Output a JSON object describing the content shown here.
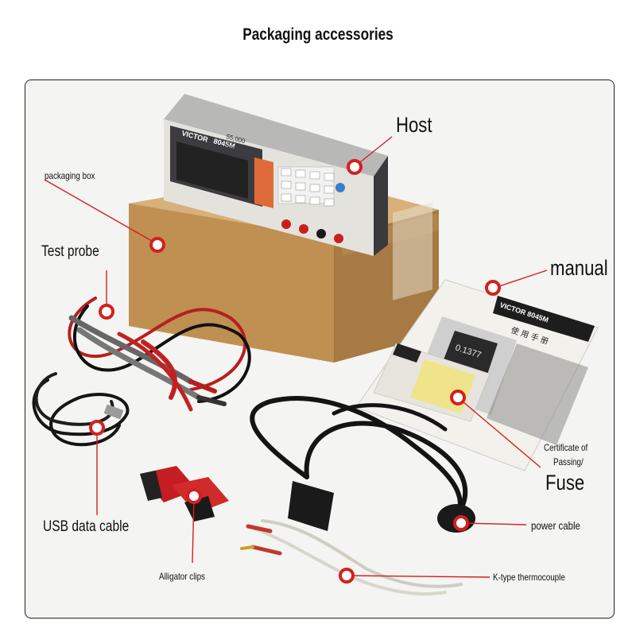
{
  "title": "Packaging accessories",
  "labels": {
    "host": "Host",
    "packaging_box": "packaging box",
    "test_probe": "Test probe",
    "manual": "manual",
    "certificate_line1": "Certificate of",
    "certificate_line2": "Passing/",
    "fuse": "Fuse",
    "usb_cable": "USB data cable",
    "power_cable": "power cable",
    "alligator_clips": "Alligator clips",
    "thermocouple": "K-type thermocouple"
  },
  "device_text": {
    "brand": "VICTOR",
    "model": "8045M",
    "counts": "55,000",
    "subtitle": "Digital Multimeter"
  },
  "manual_text": {
    "brand": "VICTOR 8045M",
    "cn_title": "数字万用表",
    "cn_subtitle": "使用手册",
    "reading": "0.1377"
  },
  "colors": {
    "marker": "#d42020",
    "leader": "#d42020",
    "frame_bg": "#f4f4f2",
    "box": "#c79a5f"
  }
}
